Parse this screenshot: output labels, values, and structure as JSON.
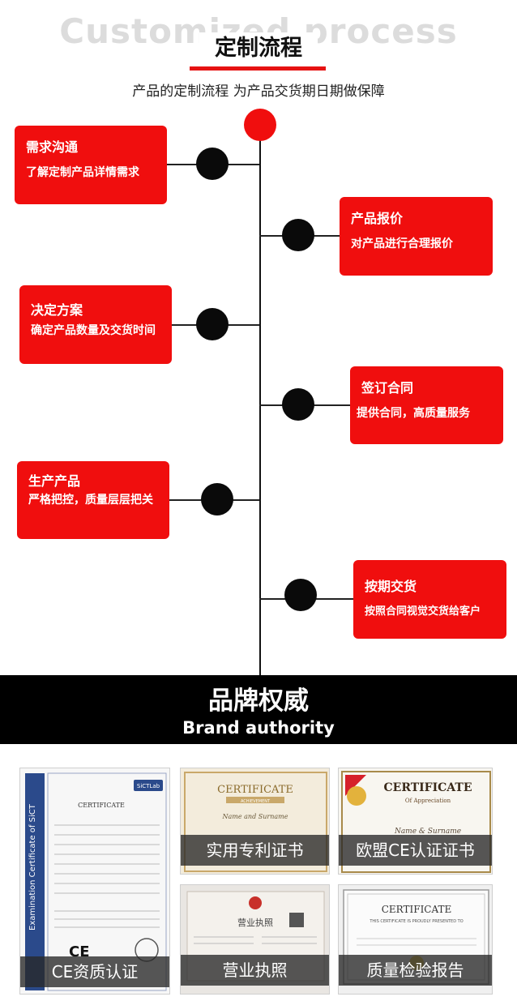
{
  "header": {
    "bg_title": "Customized process",
    "title": "定制流程",
    "subtitle": "产品的定制流程 为产品交货期日期做保障"
  },
  "steps": [
    {
      "title": "需求沟通",
      "desc": "了解定制产品详情需求"
    },
    {
      "title": "产品报价",
      "desc": "对产品进行合理报价"
    },
    {
      "title": "决定方案",
      "desc": "确定产品数量及交货时间"
    },
    {
      "title": "签订合同",
      "desc": "提供合同，高质量服务"
    },
    {
      "title": "生产产品",
      "desc": "严格把控，质量层层把关"
    },
    {
      "title": "按期交货",
      "desc": "按照合同视觉交货给客户"
    }
  ],
  "brand": {
    "title": "品牌权威",
    "subtitle": "Brand authority"
  },
  "certificates": [
    {
      "label": "CE资质认证",
      "side_text": "Examination Certificate of SiCT",
      "heading": "CERTIFICATE",
      "logo": "SiCTLab"
    },
    {
      "label": "实用专利证书",
      "heading": "CERTIFICATE",
      "ribbon": "ACHIEVEMENT",
      "name_line": "Name and Surname"
    },
    {
      "label": "欧盟CE认证证书",
      "heading": "CERTIFICATE",
      "sub": "Of Appreciation",
      "name_line": "Name & Surname"
    },
    {
      "label": "营业执照",
      "heading": "营业执照"
    },
    {
      "label": "质量检验报告",
      "heading": "CERTIFICATE",
      "sub": "THIS CERTIFICATE IS PROUDLY PRESENTED TO"
    }
  ],
  "colors": {
    "accent": "#f00e0e",
    "dot": "#0a0a0a",
    "banner": "#000000"
  }
}
